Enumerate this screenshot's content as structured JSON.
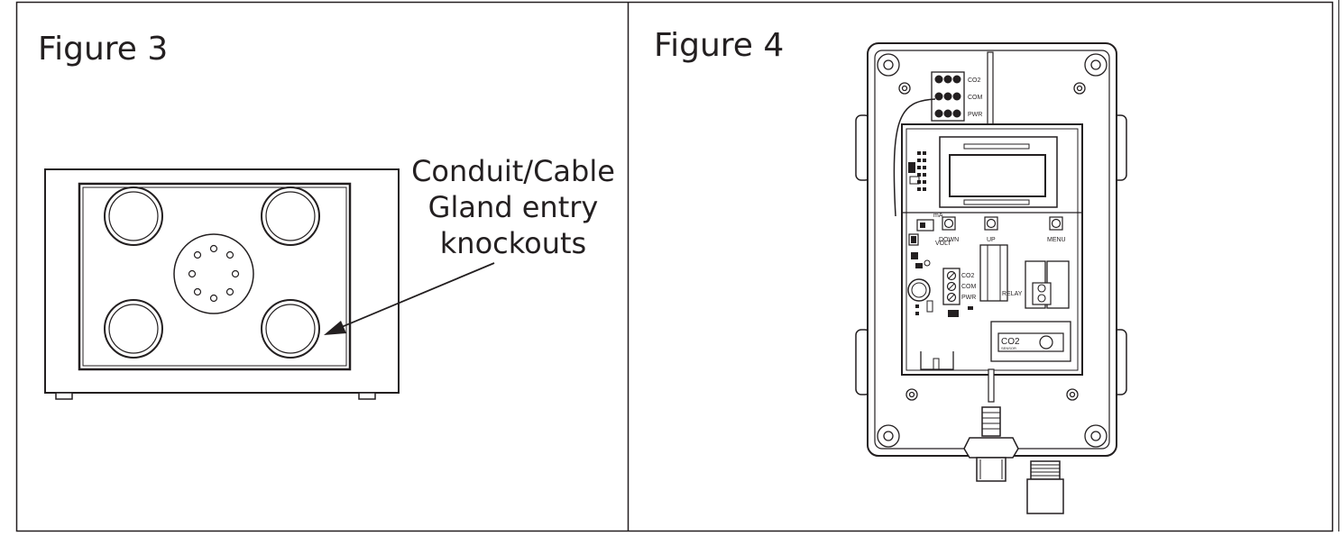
{
  "figure3": {
    "title": "Figure 3",
    "callout": [
      "Conduit/Cable",
      "Gland entry",
      "knockouts"
    ]
  },
  "figure4": {
    "title": "Figure 4",
    "terminal_block": [
      "CO2",
      "COM",
      "PWR"
    ],
    "board_terminals": [
      "CO2",
      "COM",
      "PWR"
    ],
    "buttons": [
      "DOWN",
      "UP",
      "MENU"
    ],
    "switch_labels": [
      "mA",
      "VOLT"
    ],
    "relay_label": "RELAY",
    "sensor_title": "CO2",
    "sensor_subtitle": "SENSOR"
  }
}
